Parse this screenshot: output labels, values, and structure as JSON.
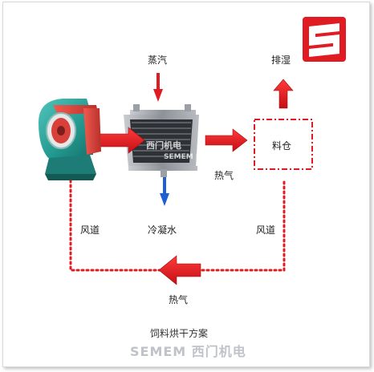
{
  "labels": {
    "steam": "蒸汽",
    "exhaust": "排湿",
    "silo": "料仓",
    "hot_air_top": "热气",
    "condensate": "冷凝水",
    "duct_left": "风道",
    "duct_right": "风道",
    "hot_air_bottom": "热气"
  },
  "footer": {
    "caption": "饲料烘干方案",
    "brand": "SEMEM 西门机电"
  },
  "watermark": {
    "cn": "西门机电",
    "en": "SEMEM E&M"
  },
  "colors": {
    "red": "#e11b22",
    "blue": "#1f5fd6",
    "fan_body": "#2aa8a0",
    "fan_red": "#d9403a",
    "heater_frame": "#8e9399",
    "heater_fins": "#2e3136"
  },
  "icons": [
    "semem-logo-icon",
    "fan-icon",
    "heat-exchanger-icon"
  ]
}
